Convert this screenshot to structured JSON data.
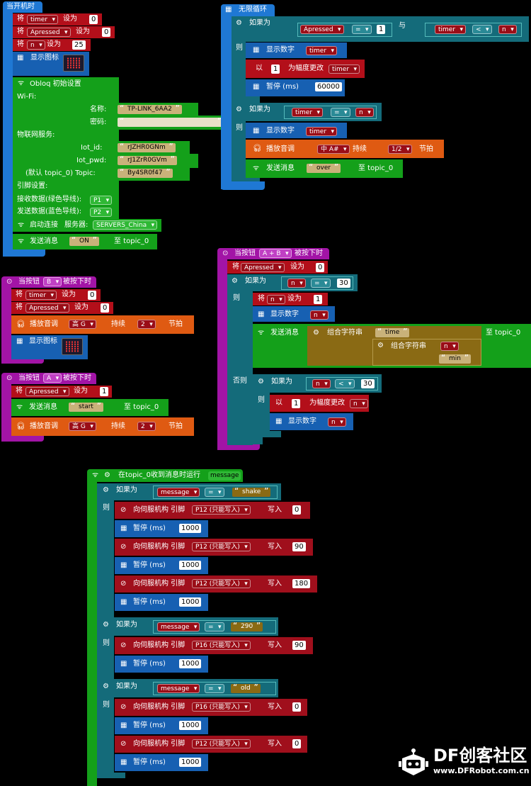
{
  "colors": {
    "blue": "#1f78d4",
    "teal": "#146b7a",
    "green": "#14a01a",
    "red": "#b30f1a",
    "purple": "#a214a6",
    "orange": "#df5a12"
  },
  "on_start": {
    "hat": "当开机时",
    "set": "将",
    "set_to": "设为",
    "var_timer": "timer",
    "val_timer": "0",
    "var_apressed": "Apressed",
    "val_apressed": "0",
    "var_n": "n",
    "val_n": "25",
    "show_icon": "显示图标",
    "obloq_title": "Obloq 初始设置",
    "wifi": "Wi-Fi:",
    "name_label": "名称:",
    "name_val": "TP-LINK_6AA2",
    "pwd_label": "密码:",
    "pwd_val": "",
    "iot_service": "物联网服务:",
    "iot_id_label": "Iot_id:",
    "iot_id_val": "rJZHR0GNm",
    "iot_pwd_label": "Iot_pwd:",
    "iot_pwd_val": "rJ1ZrR0GVm",
    "topic_label": "(默认 topic_0) Topic:",
    "topic_val": "By4SR0f47",
    "pins": "引脚设置:",
    "rx_label": "接收数据(绿色导线):",
    "rx_val": "P1",
    "tx_label": "发送数据(蓝色导线):",
    "tx_val": "P2",
    "connect": "启动连接",
    "server_label": "服务器:",
    "server_val": "SERVERS_China",
    "send": "发送消息",
    "send_val": "ON",
    "to_topic": "至 topic_0"
  },
  "forever": {
    "hat": "无限循环",
    "if": "如果为",
    "then": "则",
    "and": "与",
    "cond1_var": "Apressed",
    "cond1_op": "=",
    "cond1_val": "1",
    "cond2_var": "timer",
    "cond2_op": "<",
    "cond2_var2": "n",
    "show_number": "显示数字",
    "var_timer": "timer",
    "change_by": "以",
    "change_val": "1",
    "change_text": "为幅度更改",
    "change_var": "timer",
    "pause": "暂停 (ms)",
    "pause_val": "60000",
    "if2_var": "timer",
    "if2_op": "=",
    "if2_var2": "n",
    "play_tone": "播放音调",
    "tone_val": "中 A#",
    "duration": "持续",
    "beat_val": "1/2",
    "beat": "节拍",
    "send": "发送消息",
    "send_val": "over",
    "to_topic": "至 topic_0"
  },
  "button_ab": {
    "hat_pre": "当按钮",
    "btn": "A + B",
    "hat_post": "被按下时",
    "set": "将",
    "set_to": "设为",
    "var_apressed": "Apressed",
    "val": "0",
    "if": "如果为",
    "then": "则",
    "else": "否则",
    "cond_var": "n",
    "cond_op": "=",
    "cond_val": "30",
    "set_n_val": "1",
    "var_n": "n",
    "show_number": "显示数字",
    "send": "发送消息",
    "join": "组合字符串",
    "str_time": "time",
    "str_min": "min",
    "to_topic": "至 topic_0",
    "if2_var": "n",
    "if2_op": "<",
    "if2_val": "30",
    "change_by": "以",
    "change_val": "1",
    "change_text": "为幅度更改"
  },
  "button_b": {
    "hat_pre": "当按钮",
    "btn": "B",
    "hat_post": "被按下时",
    "set": "将",
    "set_to": "设为",
    "var_timer": "timer",
    "val_timer": "0",
    "var_apressed": "Apressed",
    "val_apressed": "0",
    "play_tone": "播放音调",
    "tone_val": "高 G",
    "duration": "持续",
    "beat_val": "2",
    "beat": "节拍",
    "show_icon": "显示图标"
  },
  "button_a": {
    "hat_pre": "当按钮",
    "btn": "A",
    "hat_post": "被按下时",
    "set": "将",
    "set_to": "设为",
    "var_apressed": "Apressed",
    "val": "1",
    "send": "发送消息",
    "send_val": "start",
    "to_topic": "至 topic_0",
    "play_tone": "播放音调",
    "tone_val": "高 G",
    "duration": "持续",
    "beat_val": "2",
    "beat": "节拍"
  },
  "on_message": {
    "hat": "在topic_0收到消息时运行",
    "param": "message",
    "if": "如果为",
    "then": "则",
    "eq": "=",
    "servo": "向伺服机构 引脚",
    "write": "写入",
    "pause": "暂停 (ms)",
    "pause_val": "1000",
    "pin_p12": "P12 (只能写入)",
    "pin_p16": "P16 (只能写入)",
    "msg1": "shake",
    "msg2": "290",
    "msg3": "old",
    "v0": "0",
    "v90": "90",
    "v180": "180"
  },
  "watermark": {
    "brand": "DF创客社区",
    "url": "www.DFRobot.com.cn"
  }
}
